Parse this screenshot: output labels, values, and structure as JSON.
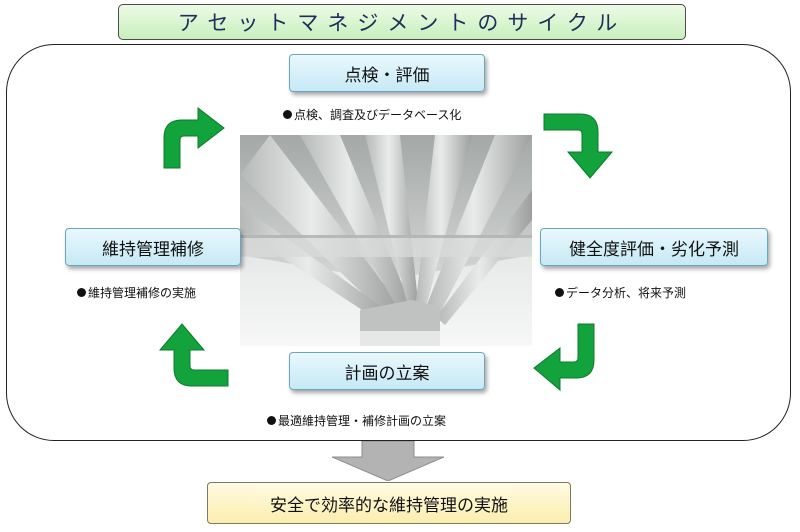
{
  "title": "アセットマネジメントのサイクル",
  "stages": {
    "top": {
      "label": "点検・評価",
      "note": "点検、調査及びデータベース化"
    },
    "right": {
      "label": "健全度評価・劣化予測",
      "note": "データ分析、将来予測"
    },
    "bottom": {
      "label": "計画の立案",
      "note": "最適維持管理・補修計画の立案"
    },
    "left": {
      "label": "維持管理補修",
      "note": "維持管理補修の実施"
    }
  },
  "result": "安全で効率的な維持管理の実施",
  "photo_icon": "bridge-underside-photo",
  "colors": {
    "title_fill": "#d4f2c8",
    "stage_fill": "#cdebf6",
    "arrow_green": "#12a33c",
    "result_fill": "#fbefb6",
    "down_arrow_gray": "#b3b3b3"
  }
}
